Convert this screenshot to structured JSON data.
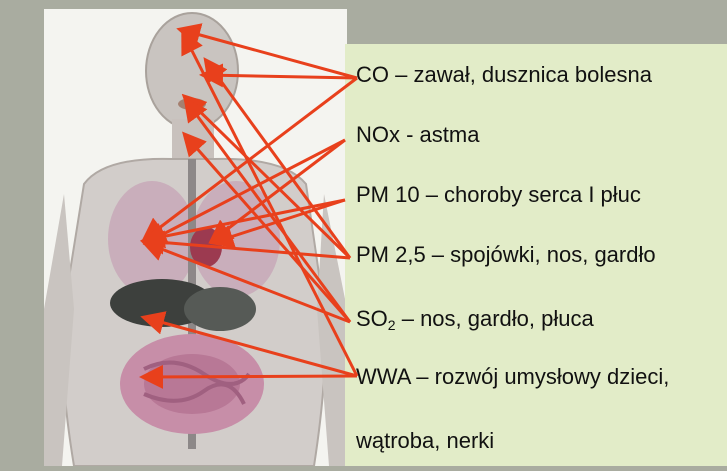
{
  "colors": {
    "background": "#a9aca0",
    "label_box": "#e2ecc8",
    "arrow": "#e8401c"
  },
  "labels": [
    {
      "main": "CO – zawał, dusznica bolesna"
    },
    {
      "main": "NOx - astma"
    },
    {
      "main": "PM 10 – choroby serca I płuc"
    },
    {
      "main": "PM 2,5 – spojówki, nos, gardło"
    },
    {
      "prefix": "SO",
      "sub": "2",
      "suffix": "– nos, gardło, płuca"
    },
    {
      "main": "WWA – rozwój umysłowy dzieci,"
    },
    {
      "main": "wątroba, nerki"
    }
  ]
}
